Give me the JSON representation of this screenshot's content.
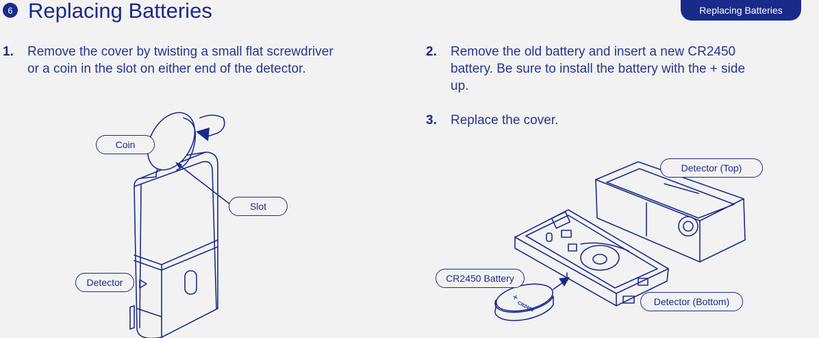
{
  "header": {
    "step_badge": "6",
    "title": "Replacing Batteries",
    "tag": "Replacing Batteries"
  },
  "steps": [
    {
      "number": "1.",
      "lines": [
        "Remove the cover by twisting a small flat screwdriver",
        "or a coin in the slot on either end of the detector."
      ]
    },
    {
      "number": "2.",
      "lines": [
        "Remove the old battery and insert a new CR2450",
        "battery. Be sure to install the battery with the + side",
        "up."
      ]
    },
    {
      "number": "3.",
      "lines": [
        "Replace the cover."
      ]
    }
  ],
  "callouts": {
    "coin": "Coin",
    "slot": "Slot",
    "detector": "Detector",
    "detector_top": "Detector (Top)",
    "battery": "CR2450 Battery",
    "detector_bottom": "Detector (Bottom)"
  },
  "battery_print": {
    "plus": "+",
    "model": "CR2450"
  },
  "colors": {
    "accent": "#1a2a8a",
    "background": "#f2f2f2"
  }
}
